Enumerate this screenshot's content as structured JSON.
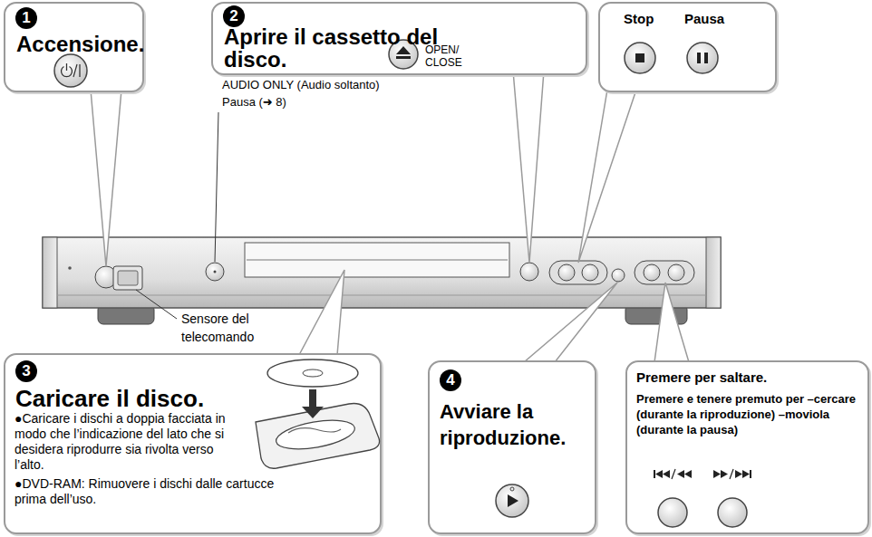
{
  "diagram": {
    "nodes": [
      {
        "text": [
          "1",
          "Accensione."
        ]
      },
      {
        "text": [
          "2",
          "Aprire il cassetto del disco.",
          "OPEN/ CLOSE"
        ]
      },
      {
        "text": [
          "Stop",
          "Pausa"
        ]
      },
      {
        "text": [
          "3",
          "Caricare il disco.",
          "●Caricare i dischi a doppia facciata in modo che l’indicazione del lato che si desidera riprodurre sia rivolta verso l’alto.",
          "●DVD-RAM: Rimuovere i dischi dalle cartucce prima dell’uso."
        ]
      },
      {
        "text": [
          "4",
          "Avviare la riproduzione."
        ]
      },
      {
        "text": [
          "Premere per saltare.",
          "Premere e tenere premuto per –cercare (durante la riproduzione) –moviola (durante la pausa)"
        ]
      }
    ],
    "labels": [
      "AUDIO ONLY (Audio soltanto) Pausa (➜ 8)",
      "Sensore del telecomando"
    ]
  }
}
